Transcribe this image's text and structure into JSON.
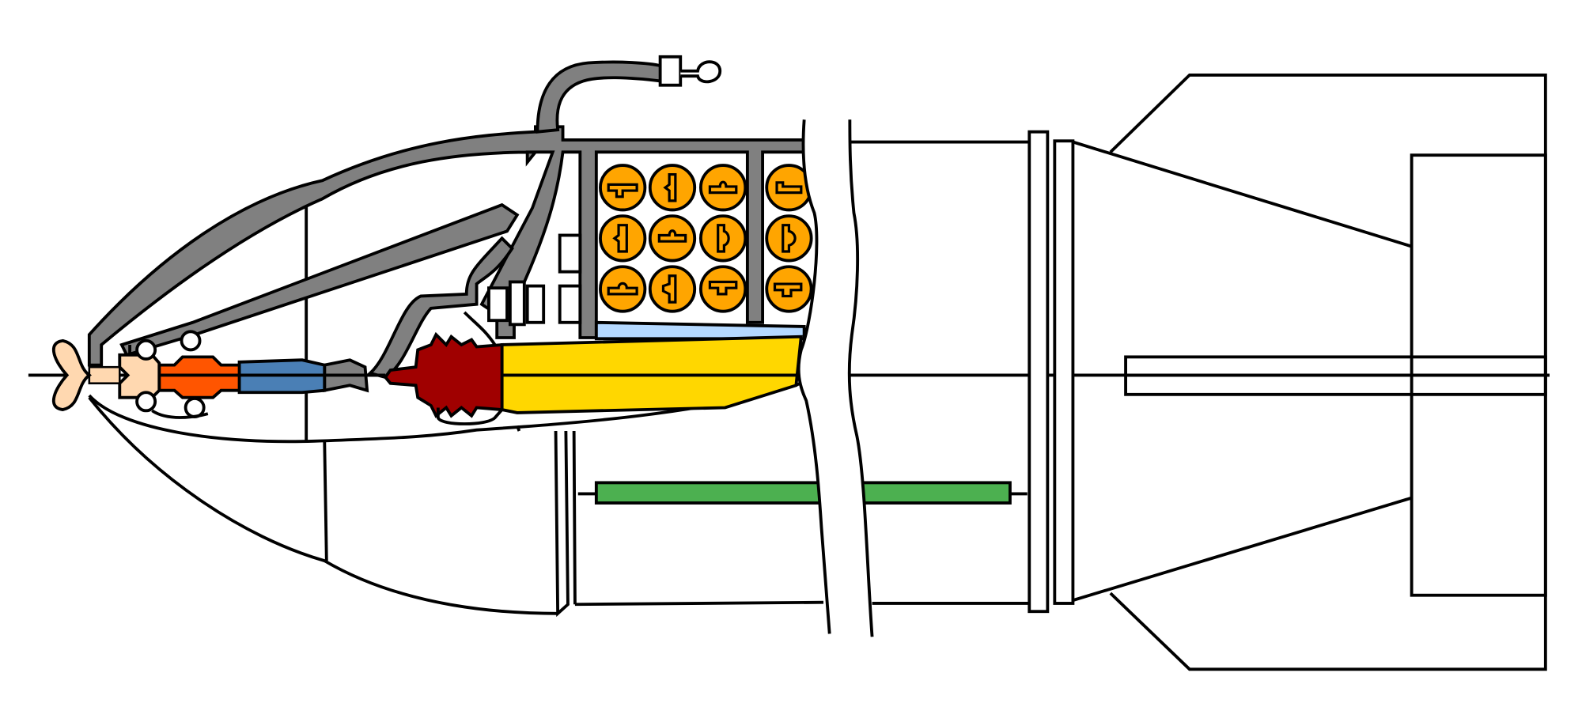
{
  "diagram": {
    "subject": "cutaway-bomb-fuze",
    "colors": {
      "frame": "#808080",
      "charge": "#FFD700",
      "liner": "#B5D9FF",
      "pellets": "#FFA500",
      "booster": "#A00000",
      "detonator_body": "#4A7FB5",
      "striker": "#FF5500",
      "propeller": "#FFD8B0",
      "bar": "#4CB050"
    },
    "pellet_grid": {
      "rows": 3,
      "columns": 4
    }
  }
}
